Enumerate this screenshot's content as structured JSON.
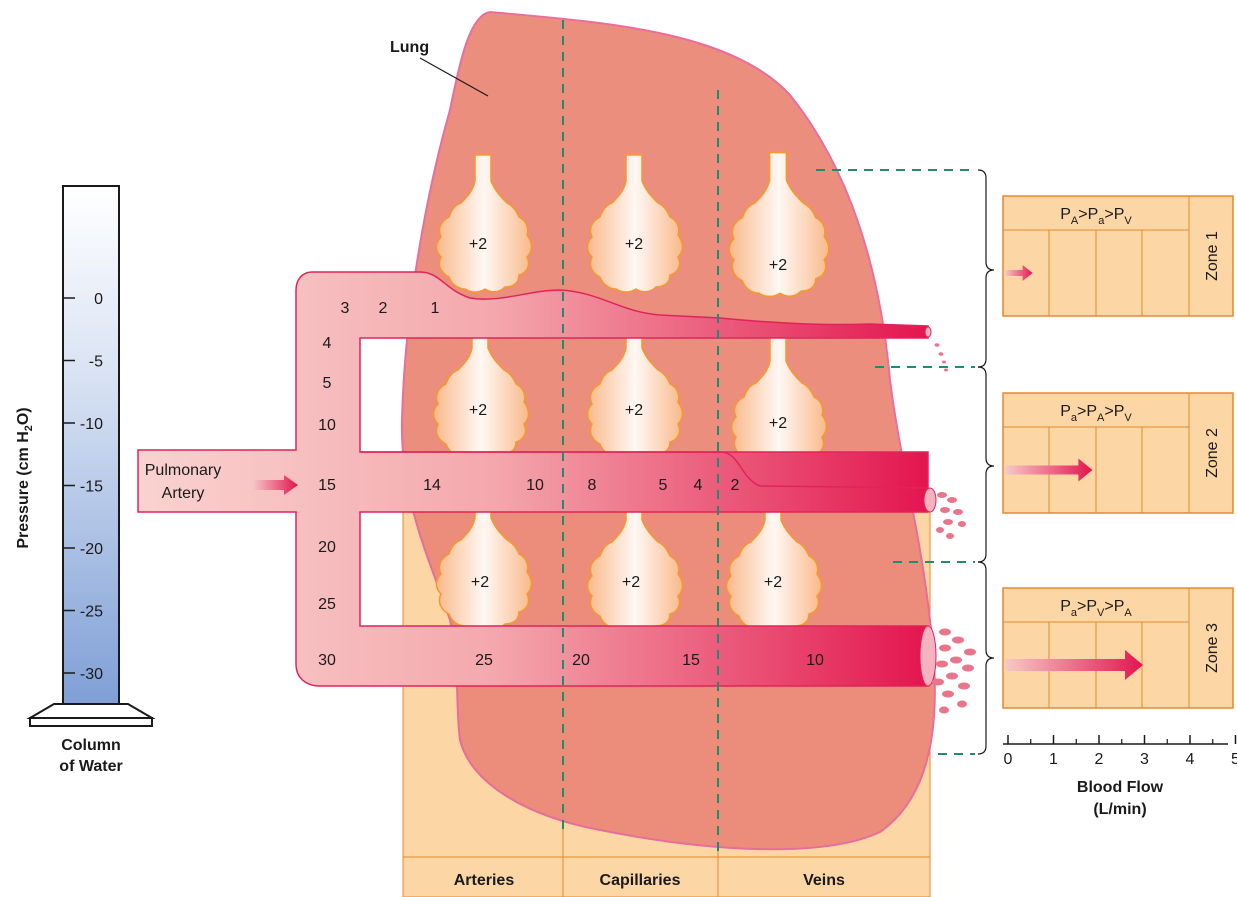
{
  "labels": {
    "lung": "Lung",
    "pulmonary_artery": [
      "Pulmonary",
      "Artery"
    ],
    "column_of_water": [
      "Column",
      "of Water"
    ],
    "pressure_axis": [
      "Pressure (cm H",
      "2",
      "O)"
    ],
    "blood_flow_axis": [
      "Blood Flow",
      "(L/min)"
    ],
    "alveolar_pressure": "+2"
  },
  "water_column": {
    "ticks": [
      "0",
      "-5",
      "-10",
      "-15",
      "-20",
      "-25",
      "-30"
    ]
  },
  "bottom_columns": [
    "Arteries",
    "Capillaries",
    "Veins"
  ],
  "vessel_pressures": {
    "top": [
      "3",
      "2",
      "1"
    ],
    "left_side": [
      "4",
      "5",
      "10",
      "15",
      "20",
      "25",
      "30"
    ],
    "middle": [
      "14",
      "10",
      "8",
      "5",
      "4",
      "2"
    ],
    "bottom": [
      "25",
      "20",
      "15",
      "10"
    ]
  },
  "zones": [
    {
      "name": "Zone 1",
      "relation": [
        "P",
        "A",
        ">P",
        "a",
        ">P",
        "V"
      ],
      "flow": 0.6
    },
    {
      "name": "Zone 2",
      "relation": [
        "P",
        "a",
        ">P",
        "A",
        ">P",
        "V"
      ],
      "flow": 1.9
    },
    {
      "name": "Zone 3",
      "relation": [
        "P",
        "a",
        ">P",
        "V",
        ">P",
        "A"
      ],
      "flow": 3.0
    }
  ],
  "flow_axis": {
    "ticks": [
      "0",
      "1",
      "2",
      "3",
      "4",
      "5"
    ]
  },
  "colors": {
    "lung_fill": "#ec8b7a",
    "lung_stroke": "#e86a9a",
    "vessel_light": "#f8c8c8",
    "vessel_dark": "#e3154f",
    "alveolus": "#fce4d0",
    "alveolus_stroke": "#f59a2a",
    "zone_box": "#fcd6a4",
    "zone_stroke": "#e28a2f",
    "water": "#7f9fd6",
    "dashed_line": "#1e8c6e"
  }
}
